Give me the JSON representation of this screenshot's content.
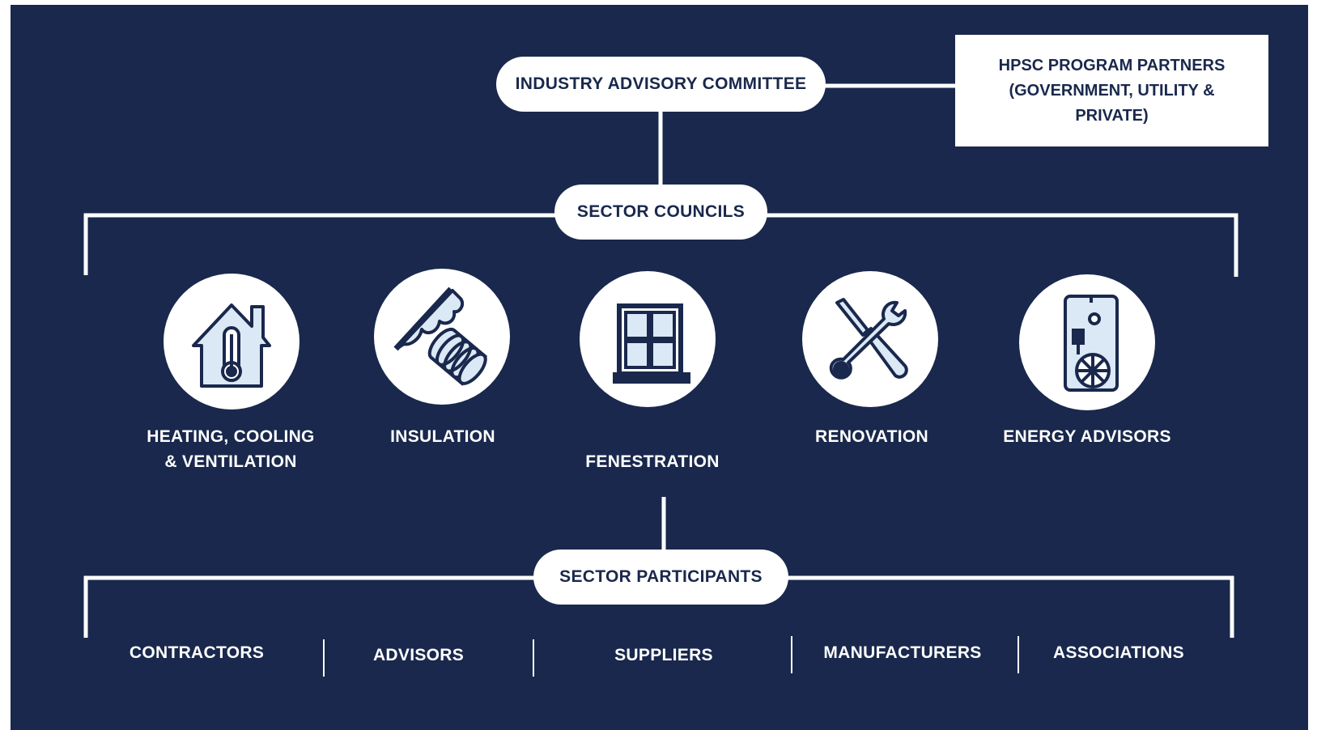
{
  "nodes": {
    "committee": "INDUSTRY ADVISORY COMMITTEE",
    "partners": [
      "HPSC PROGRAM PARTNERS",
      "(GOVERNMENT, UTILITY &",
      "PRIVATE)"
    ],
    "councils": "SECTOR COUNCILS",
    "participants_header": "SECTOR PARTICIPANTS"
  },
  "sectors": [
    {
      "label_lines": [
        "HEATING, COOLING",
        "& VENTILATION"
      ],
      "icon": "house-thermometer-icon"
    },
    {
      "label_lines": [
        "INSULATION"
      ],
      "icon": "insulation-roll-icon"
    },
    {
      "label_lines": [
        "FENESTRATION"
      ],
      "icon": "window-icon"
    },
    {
      "label_lines": [
        "RENOVATION"
      ],
      "icon": "wrench-screwdriver-icon"
    },
    {
      "label_lines": [
        "ENERGY ADVISORS"
      ],
      "icon": "water-heater-icon"
    }
  ],
  "participants": [
    "CONTRACTORS",
    "ADVISORS",
    "SUPPLIERS",
    "MANUFACTURERS",
    "ASSOCIATIONS"
  ],
  "colors": {
    "background": "#19284c",
    "foreground": "#ffffff",
    "icon_fill": "#dbe8f5"
  }
}
